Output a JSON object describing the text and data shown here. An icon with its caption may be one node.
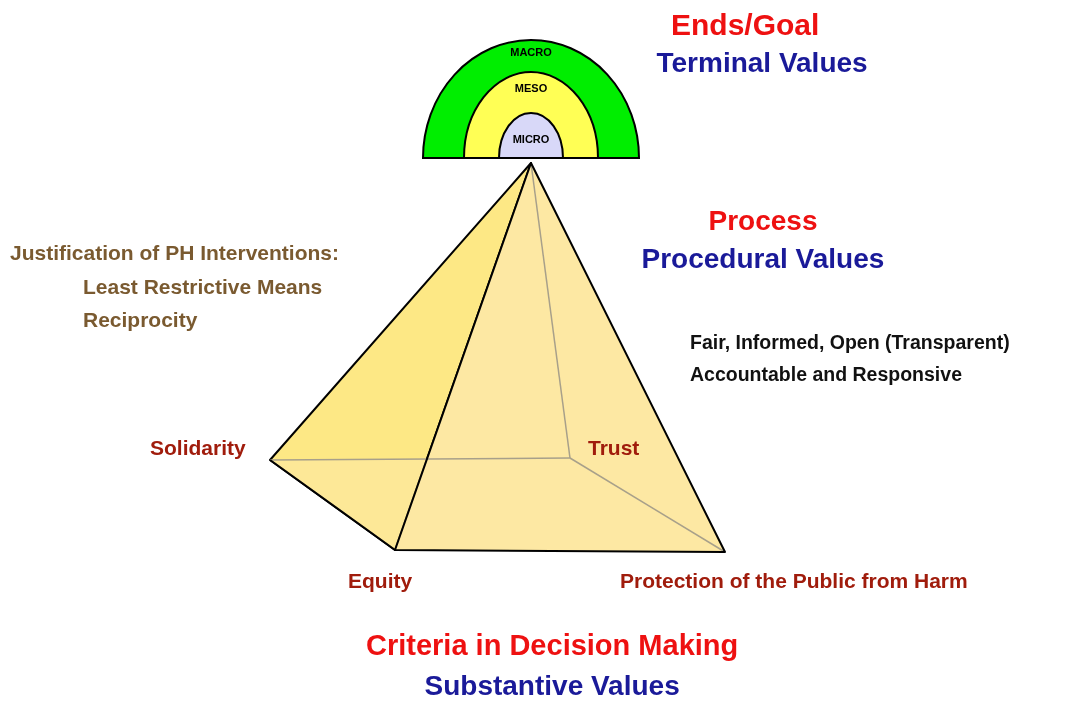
{
  "diagram": {
    "nodes": [
      {
        "text": [
          "MACRO"
        ]
      },
      {
        "text": [
          "MESO"
        ],
        "in": 0
      },
      {
        "text": [
          "MICRO"
        ],
        "in": 1
      }
    ],
    "labels": [
      "Ends/Goal",
      "Terminal Values",
      "Process",
      "Procedural Values",
      "Justification of PH Interventions:",
      "Least Restrictive Means",
      "Reciprocity",
      "Fair, Informed, Open (Transparent)",
      "Accountable and Responsive",
      "Solidarity",
      "Trust",
      "Equity",
      "Protection of the Public from Harm",
      "Criteria in Decision Making",
      "Substantive Values"
    ]
  }
}
